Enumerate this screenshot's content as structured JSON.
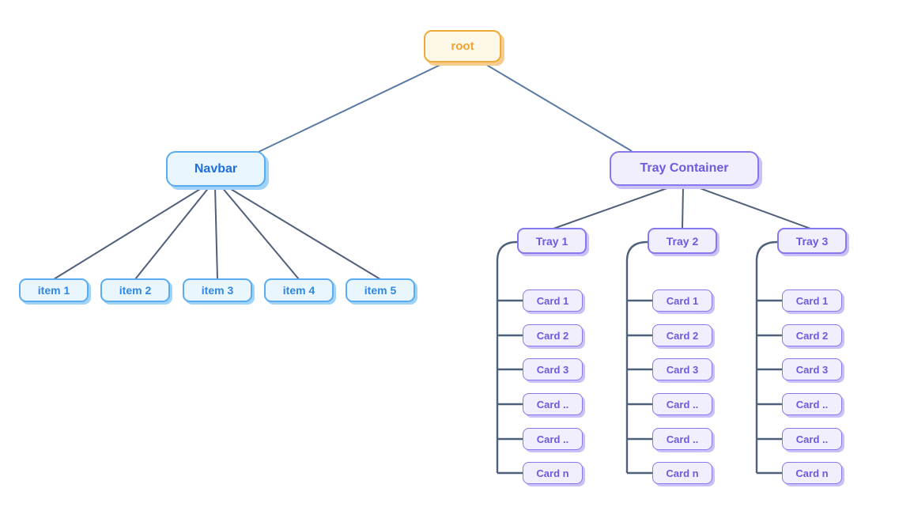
{
  "tree": {
    "root": {
      "label": "root"
    },
    "navbar": {
      "label": "Navbar",
      "items": [
        "item 1",
        "item 2",
        "item 3",
        "item 4",
        "item 5"
      ]
    },
    "tray_container": {
      "label": "Tray Container",
      "trays": [
        {
          "label": "Tray 1",
          "cards": [
            "Card 1",
            "Card 2",
            "Card 3",
            "Card ..",
            "Card ..",
            "Card n"
          ]
        },
        {
          "label": "Tray 2",
          "cards": [
            "Card 1",
            "Card 2",
            "Card 3",
            "Card ..",
            "Card ..",
            "Card n"
          ]
        },
        {
          "label": "Tray 3",
          "cards": [
            "Card 1",
            "Card 2",
            "Card 3",
            "Card ..",
            "Card ..",
            "Card n"
          ]
        }
      ]
    }
  },
  "colors": {
    "root_bg": "#fdf8e7",
    "root_border": "#f2a93c",
    "root_text": "#f0a233",
    "root_shadow": "#f6cd8d",
    "blue_bg": "#e9f6fe",
    "blue_border": "#5aacf0",
    "blue_text_dark": "#1d6edc",
    "blue_text": "#2f87e2",
    "blue_shadow": "#9fd3f7",
    "purple_bg": "#f1effe",
    "purple_border": "#8678ee",
    "purple_text": "#6c5be0",
    "purple_shadow": "#c9c1f8",
    "line_root": "#5b79a6",
    "line_fan": "#50607a",
    "line_bracket": "#4f617a"
  }
}
